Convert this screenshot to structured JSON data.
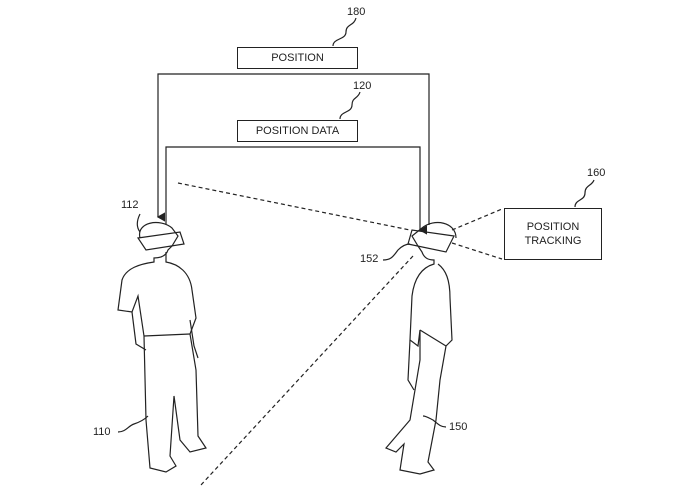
{
  "boxes": {
    "position": "POSITION",
    "position_data": "POSITION DATA",
    "position_tracking_line1": "POSITION",
    "position_tracking_line2": "TRACKING"
  },
  "refs": {
    "r180": "180",
    "r120": "120",
    "r160": "160",
    "r112": "112",
    "r152": "152",
    "r110": "110",
    "r150": "150"
  }
}
